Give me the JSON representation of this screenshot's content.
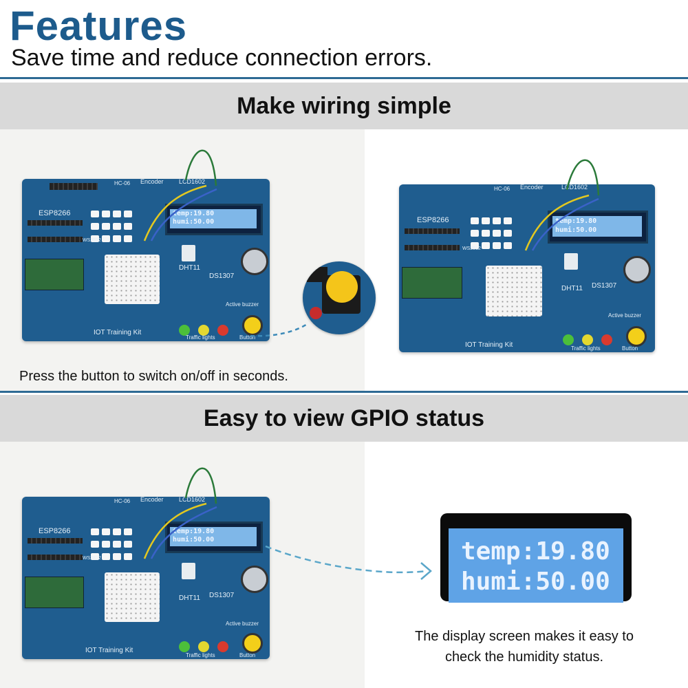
{
  "header": {
    "title": "Features",
    "subtitle": "Save time and reduce connection errors."
  },
  "section1": {
    "heading": "Make wiring simple",
    "caption": "Press the button to switch on/off in seconds."
  },
  "section2": {
    "heading": "Easy to view GPIO status",
    "caption_line1": "The display screen makes it easy to",
    "caption_line2": "check the humidity status."
  },
  "board": {
    "label_esp": "ESP8266",
    "label_hc": "HC-06",
    "label_encoder": "Encoder",
    "label_lcd": "LCD1602",
    "label_ws": "WS2812",
    "label_dht": "DHT11",
    "label_ds": "DS1307",
    "label_buzzer": "Active buzzer",
    "label_kit": "IOT Training Kit",
    "label_traffic": "Traffic lights",
    "label_button": "Button",
    "lcd_line1": "temp:19.80",
    "lcd_line2": "humi:50.00"
  },
  "zoom_display": {
    "line1": "temp:19.80",
    "line2": "humi:50.00"
  },
  "colors": {
    "title_blue": "#1d5b8c",
    "band_gray": "#d9d9d9",
    "board_blue": "#1f5d8f",
    "lcd_blue": "#7fb7e8",
    "arrow": "#3d8ab8"
  }
}
